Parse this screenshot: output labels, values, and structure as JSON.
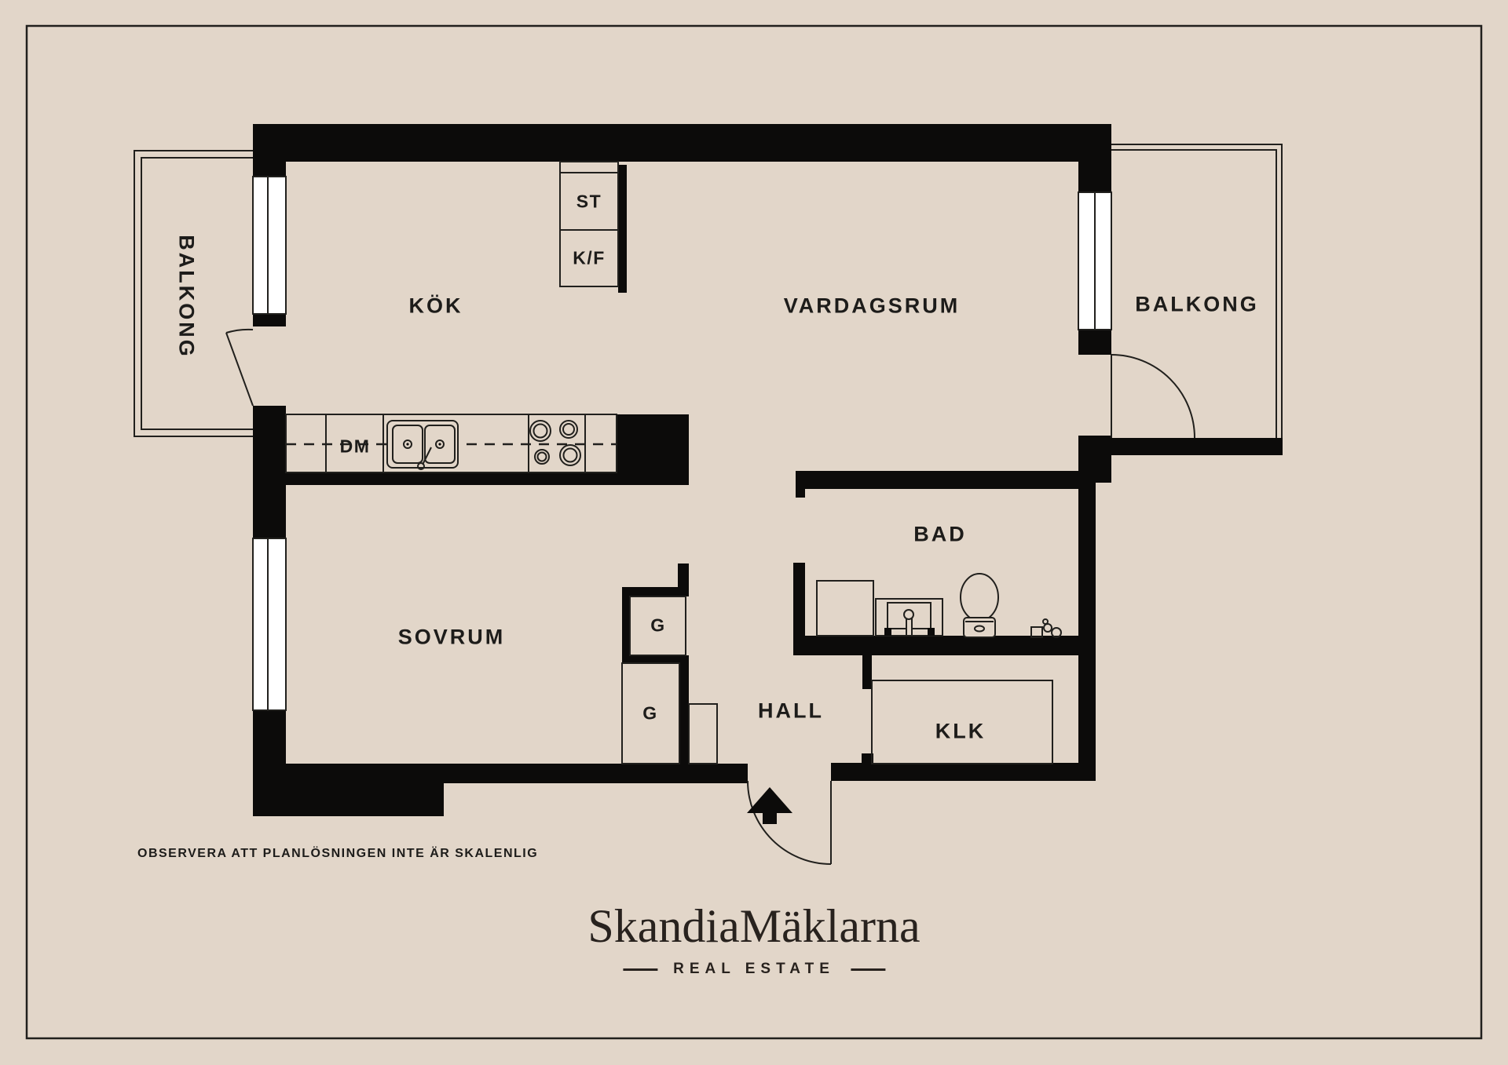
{
  "plan": {
    "labels": {
      "balkong_left": "BALKONG",
      "kok": "KÖK",
      "st": "ST",
      "kf": "K/F",
      "vardagsrum": "VARDAGSRUM",
      "balkong_right": "BALKONG",
      "dm": "DM",
      "sovrum": "SOVRUM",
      "bad": "BAD",
      "g_upper": "G",
      "g_lower": "G",
      "hall": "HALL",
      "klk": "KLK"
    }
  },
  "disclaimer": "OBSERVERA ATT PLANLÖSNINGEN INTE ÄR SKALENLIG",
  "logo": {
    "name": "SkandiaMäklarna",
    "tagline": "REAL ESTATE"
  },
  "colors": {
    "background": "#e2d6c9",
    "wall": "#0c0b0a",
    "line": "#21201d",
    "window": "#ffffff",
    "text": "#1d1c1a"
  }
}
